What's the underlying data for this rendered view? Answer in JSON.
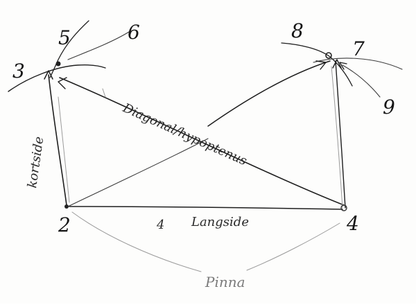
{
  "points": {
    "p2": "2",
    "p3": "3",
    "p4": "4",
    "p5": "5",
    "p6": "6",
    "p7": "7",
    "p8": "8",
    "p9": "9"
  },
  "labels": {
    "diagonal": "Diagonal/hypoptenus",
    "short_side": "kortside",
    "long_side": "Langside",
    "tick_mark": "4",
    "pinna": "Pinna"
  }
}
